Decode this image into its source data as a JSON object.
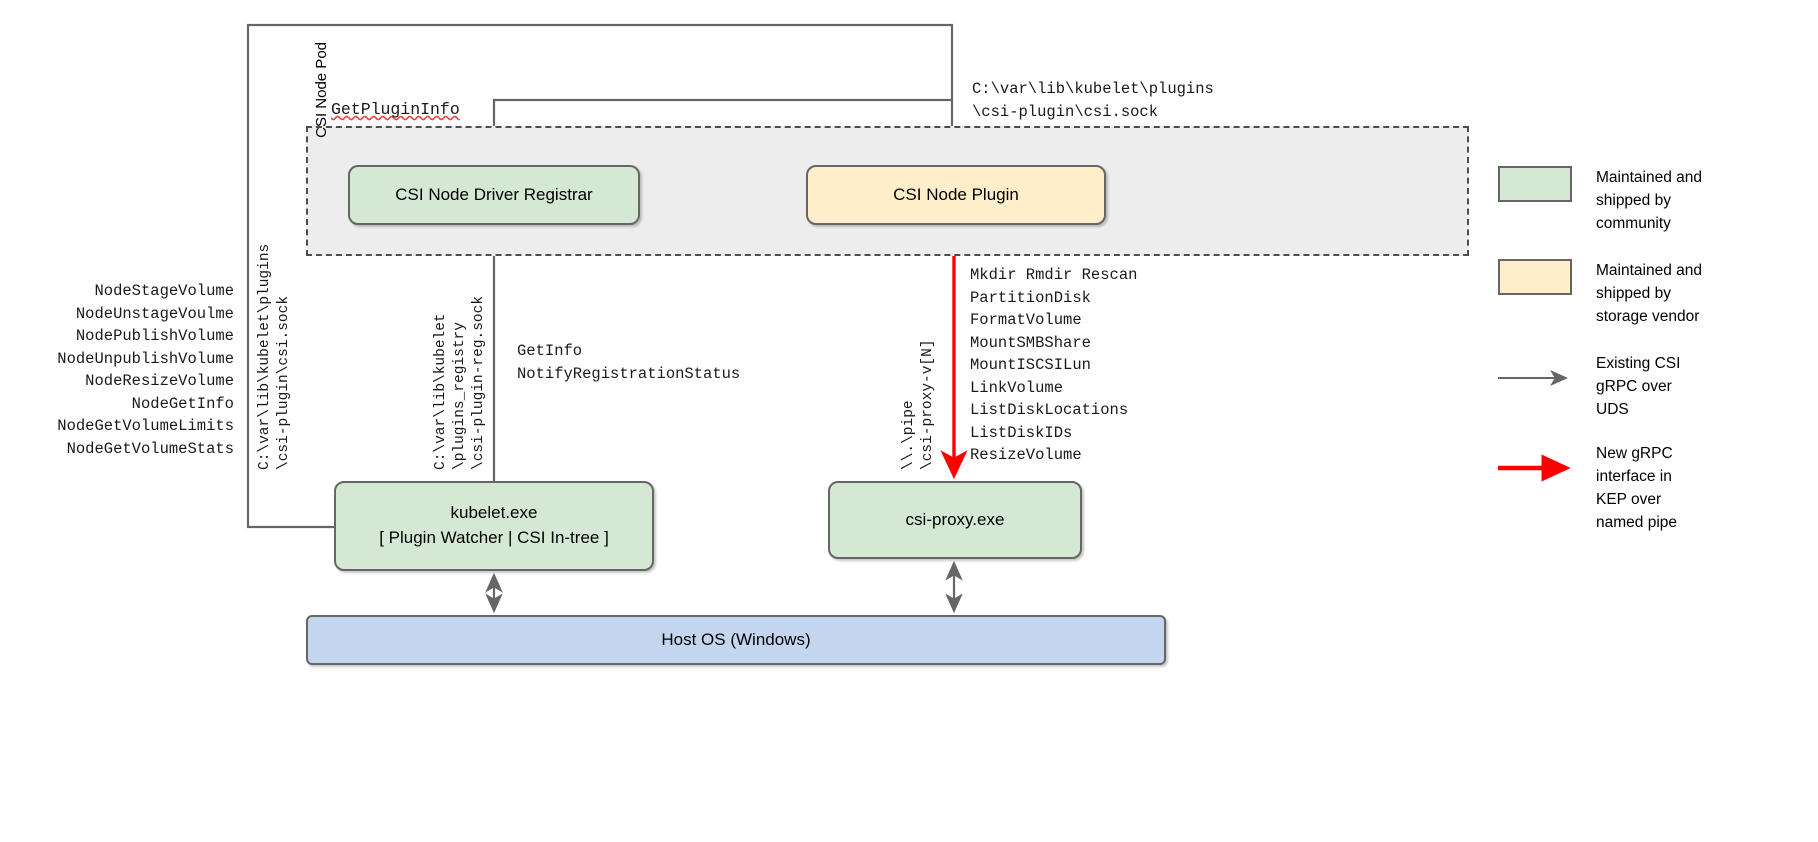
{
  "diagram": {
    "pod": {
      "label": "CSI Node Pod"
    },
    "nodes": {
      "registrar": {
        "label": "CSI Node Driver Registrar",
        "color": "#d5e8d4"
      },
      "plugin": {
        "label": "CSI Node Plugin",
        "color": "#ffeec9"
      },
      "kubelet": {
        "line1": "kubelet.exe",
        "line2": "[ Plugin Watcher | CSI In-tree ]",
        "color": "#d5e8d4"
      },
      "csiproxy": {
        "label": "csi-proxy.exe",
        "color": "#d5e8d4"
      },
      "hostos": {
        "label": "Host OS (Windows)",
        "color": "#c4d5ef"
      }
    },
    "labels": {
      "get_plugin_info": "GetPluginInfo",
      "plugin_socket_path": "C:\\var\\lib\\kubelet\\plugins\n\\csi-plugin\\csi.sock",
      "kubelet_csi_socket_path": "C:\\var\\lib\\kubelet\\plugins\n\\csi-plugin\\csi.sock",
      "registry_socket_path": "C:\\var\\lib\\kubelet\n\\plugins_registry\n\\csi-plugin-reg.sock",
      "named_pipe_path": "\\\\.\\pipe\n\\csi-proxy-v[N]",
      "node_rpc_list": "NodeStageVolume\nNodeUnstageVoulme\nNodePublishVolume\nNodeUnpublishVolume\nNodeResizeVolume\nNodeGetInfo\nNodeGetVolumeLimits\nNodeGetVolumeStats",
      "registration_rpc_list": "GetInfo\nNotifyRegistrationStatus",
      "proxy_api_list": "Mkdir Rmdir Rescan\nPartitionDisk\nFormatVolume\nMountSMBShare\nMountISCSILun\nLinkVolume\nListDiskLocations\nListDiskIDs\nResizeVolume"
    },
    "legend": {
      "community": "Maintained and\nshipped by\ncommunity",
      "vendor": "Maintained and\nshipped by\nstorage vendor",
      "existing_uds": "Existing CSI\ngRPC over\nUDS",
      "new_grpc": "New gRPC\ninterface in\nKEP over\nnamed pipe"
    },
    "colors": {
      "community_fill": "#d5e8d4",
      "vendor_fill": "#ffeec9",
      "host_fill": "#c4d5ef",
      "edge_gray": "#666666",
      "edge_red": "#ff0000"
    }
  }
}
